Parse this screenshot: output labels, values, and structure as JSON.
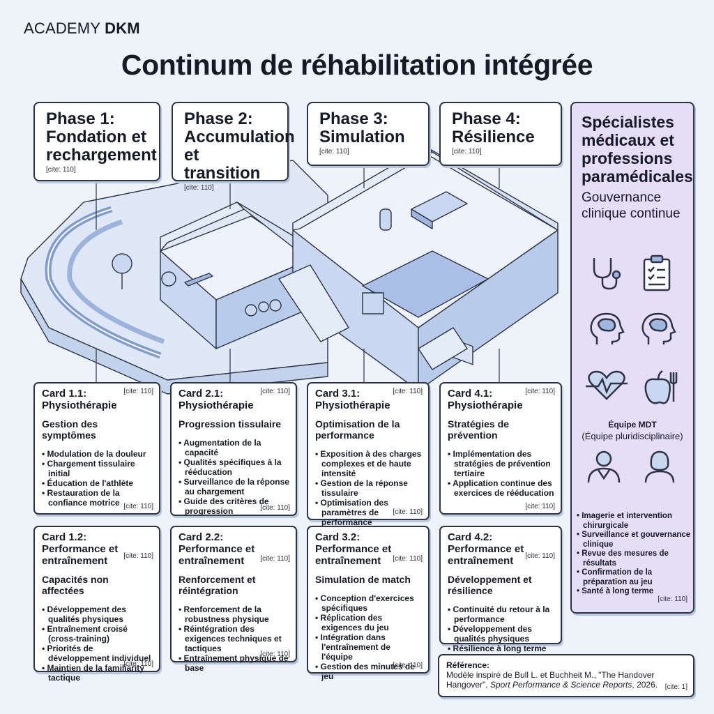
{
  "brand": {
    "prefix": "ACADEMY",
    "bold": "DKM"
  },
  "title": "Continum de réhabilitation intégrée",
  "phases": [
    {
      "title": "Phase 1: Fondation et rechargement",
      "cite": "[cite: 110]"
    },
    {
      "title": "Phase 2: Accumulation et transition",
      "cite": "[cite: 110]"
    },
    {
      "title": "Phase 3: Simulation",
      "cite": "[cite: 110]"
    },
    {
      "title": "Phase 4: Résilience",
      "cite": "[cite: 110]"
    }
  ],
  "specialists": {
    "title": "Spécialistes médicaux et professions paramédicales",
    "subtitle": "Gouvernance clinique continue",
    "mdt_label": "Équipe MDT",
    "mdt_full": "(Équipe pluridisciplinaire)",
    "items": [
      "Imagerie et intervention chirurgicale",
      "Surveillance et gouvernance clinique",
      "Revue des mesures de résultats",
      "Confirmation de la préparation au jeu",
      "Santé à long terme"
    ],
    "cite": "[cite: 110]"
  },
  "physio_cards": [
    {
      "title": "Card 1.1: Physiothérapie",
      "cite_top": "[cite: 110]",
      "subtitle": "Gestion des symptômes",
      "items": [
        "Modulation de la douleur",
        "Chargement tissulaire initial",
        "Éducation de l'athlète",
        "Restauration de la confiance motrice"
      ],
      "cite_bottom": "[cite: 110]"
    },
    {
      "title": "Card 2.1: Physiothérapie",
      "cite_top": "[cite: 110]",
      "subtitle": "Progression tissulaire",
      "items": [
        "Augmentation de la capacité",
        "Qualités spécifiques à la rééducation",
        "Surveillance de la réponse au chargement",
        "Guide des critères de progression"
      ],
      "cite_bottom": "[cite: 110]"
    },
    {
      "title": "Card 3.1: Physiothérapie",
      "cite_top": "[cite: 110]",
      "subtitle": "Optimisation de la performance",
      "items": [
        "Exposition à des charges complexes et de haute intensité",
        "Gestion de la réponse tissulaire",
        "Optimisation des paramètres de performance"
      ],
      "cite_bottom": "[cite: 110]"
    },
    {
      "title": "Card 4.1: Physiothérapie",
      "cite_top": "[cite: 110]",
      "subtitle": "Stratégies de prévention",
      "items": [
        "Implémentation des stratégies de prévention tertiaire",
        "Application continue des exercices de rééducation"
      ],
      "cite_bottom": "[cite: 110]"
    }
  ],
  "perf_cards": [
    {
      "title": "Card 1.2: Performance et entraînement",
      "cite_top": "[cite: 110]",
      "subtitle": "Capacités non affectées",
      "items": [
        "Développement des qualités physiques",
        "Entraînement croisé (cross-training)",
        "Priorités de développement individuel",
        "Maintien de la familiarity tactique"
      ],
      "cite_bottom": "[cite: 110]"
    },
    {
      "title": "Card 2.2: Performance et entraînement",
      "cite_top": "[cite: 110]",
      "subtitle": "Renforcement et réintégration",
      "items": [
        "Renforcement de la robustness physique",
        "Réintégration des exigences techniques et tactiques",
        "Entraînement physique de base"
      ],
      "cite_bottom": "[cite: 110]"
    },
    {
      "title": "Card 3.2: Performance et entraînement",
      "cite_top": "[cite: 110]",
      "subtitle": "Simulation de match",
      "items": [
        "Conception d'exercices spécifiques",
        "Réplication des exigences du jeu",
        "Intégration dans l'entraînement de l'équipe",
        "Gestion des minutes de jeu"
      ],
      "cite_bottom": "[cite: 110]"
    },
    {
      "title": "Card 4.2: Performance et entraînement",
      "cite_top": "[cite: 110]",
      "subtitle": "Développement et résilience",
      "items": [
        "Continuité du retour à la performance",
        "Développement des qualités physiques",
        "Résilience à long terme"
      ],
      "cite_bottom": ""
    }
  ],
  "reference": {
    "label": "Référence:",
    "text_before": "Modèle inspiré de Bull L. et Buchheit M., \"The Handover Hangover\", ",
    "journal": "Sport Performance & Science Reports",
    "text_after": ", 2026.",
    "cite": "[cite: 1]"
  },
  "icons": [
    "stethoscope-icon",
    "clipboard-icon",
    "brain-head-icon",
    "brain-head-icon",
    "heartbeat-icon",
    "apple-icon",
    "doctor-icon",
    "nurse-icon"
  ],
  "colors": {
    "accent_purple": "#e6ddf7",
    "illustration_blue": "#c9d8f0",
    "line": "#2c3446"
  }
}
